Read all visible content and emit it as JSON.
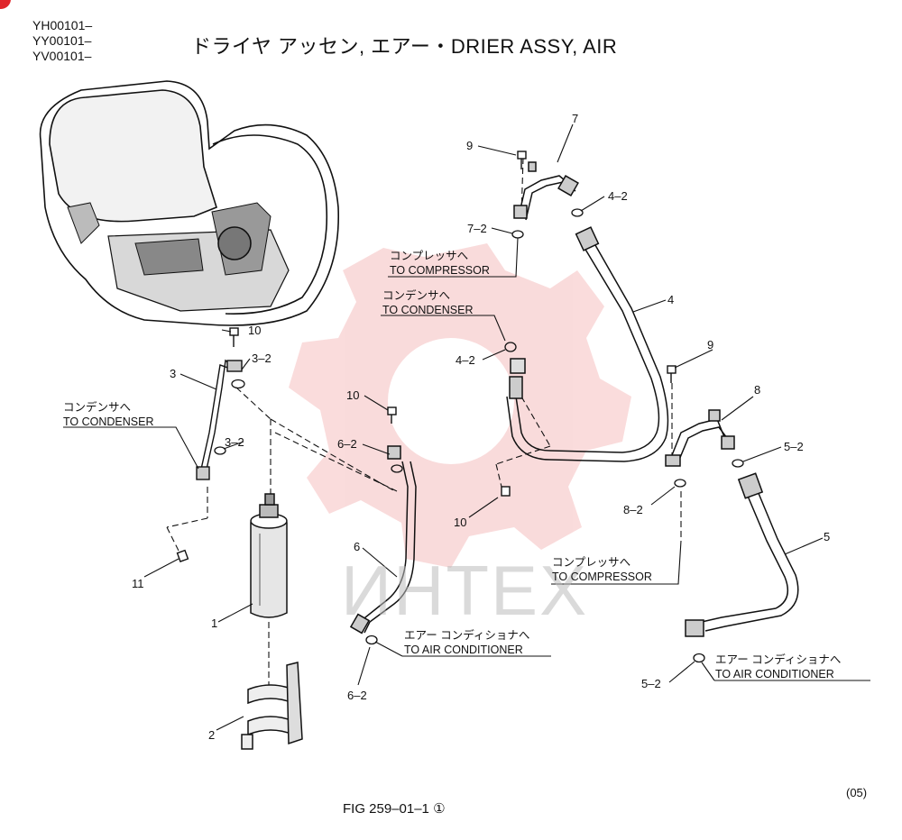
{
  "header": {
    "models": [
      "YH00101–",
      "YY00101–",
      "YV00101–"
    ],
    "title": "ドライヤ アッセン, エアー・DRIER ASSY, AIR"
  },
  "footer": {
    "figure": "FIG 259–01–1 ①",
    "page_code": "(05)"
  },
  "watermark": {
    "text": "ИНТЕХ",
    "color": "#e23b3b"
  },
  "callouts": {
    "n7": "7",
    "n9a": "9",
    "n4_2a": "4–2",
    "n7_2": "7–2",
    "n4": "4",
    "n10a": "10",
    "n3_2a": "3–2",
    "n3": "3",
    "n3_2b": "3–2",
    "n10b": "10",
    "n6_2a": "6–2",
    "n4_2b": "4–2",
    "n9b": "9",
    "n8": "8",
    "n5_2a": "5–2",
    "n10c": "10",
    "n8_2": "8–2",
    "n5": "5",
    "n6": "6",
    "n11": "11",
    "n1": "1",
    "n6_2b": "6–2",
    "n5_2b": "5–2",
    "n2": "2"
  },
  "notes": {
    "to_compressor_1": {
      "jp": "コンプレッサへ",
      "en": "TO COMPRESSOR"
    },
    "to_condenser_1": {
      "jp": "コンデンサへ",
      "en": "TO CONDENSER"
    },
    "to_condenser_2": {
      "jp": "コンデンサへ",
      "en": "TO CONDENSER"
    },
    "to_compressor_2": {
      "jp": "コンプレッサへ",
      "en": "TO COMPRESSOR"
    },
    "to_air_conditioner_1": {
      "jp": "エアー コンディショナへ",
      "en": "TO AIR CONDITIONER"
    },
    "to_air_conditioner_2": {
      "jp": "エアー コンディショナへ",
      "en": "TO AIR CONDITIONER"
    }
  }
}
